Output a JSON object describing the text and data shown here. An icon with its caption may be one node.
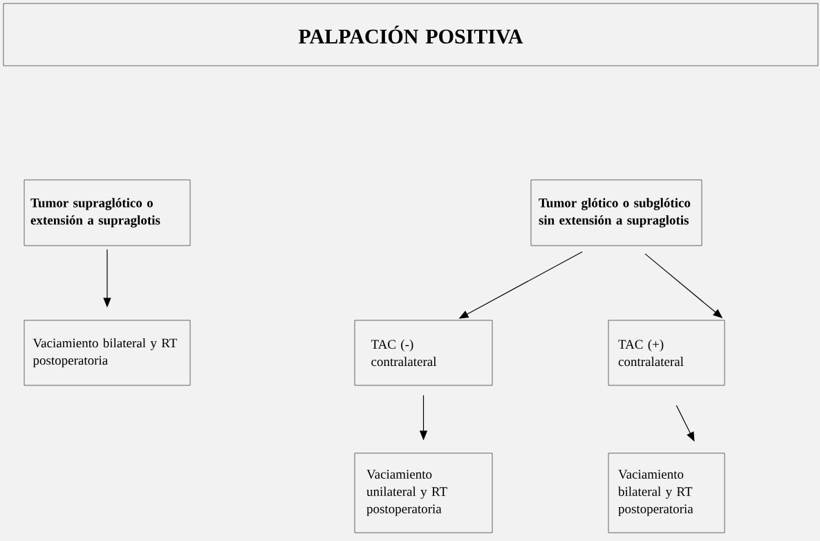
{
  "diagram": {
    "nodes": [
      {
        "text": [
          "PALPACIÓN POSITIVA"
        ]
      },
      {
        "text": [
          "Tumor supraglótico o extensión a supraglotis"
        ]
      },
      {
        "text": [
          "Tumor glótico o subglótico sin extensión a supraglotis"
        ]
      },
      {
        "text": [
          "Vaciamiento bilateral y RT postoperatoria"
        ]
      },
      {
        "text": [
          "TAC (-) contralateral"
        ]
      },
      {
        "text": [
          "TAC (+) contralateral"
        ]
      },
      {
        "text": [
          "Vaciamiento unilateral y RT postoperatoria"
        ]
      },
      {
        "text": [
          "Vaciamiento bilateral y RT postoperatoria"
        ]
      }
    ],
    "edges": [
      {
        "from": 1,
        "to": 3,
        "arrow": "to"
      },
      {
        "from": 2,
        "to": 4,
        "arrow": "to"
      },
      {
        "from": 2,
        "to": 5,
        "arrow": "to"
      },
      {
        "from": 4,
        "to": 6,
        "arrow": "to"
      },
      {
        "from": 5,
        "to": 7,
        "arrow": "to"
      }
    ]
  }
}
